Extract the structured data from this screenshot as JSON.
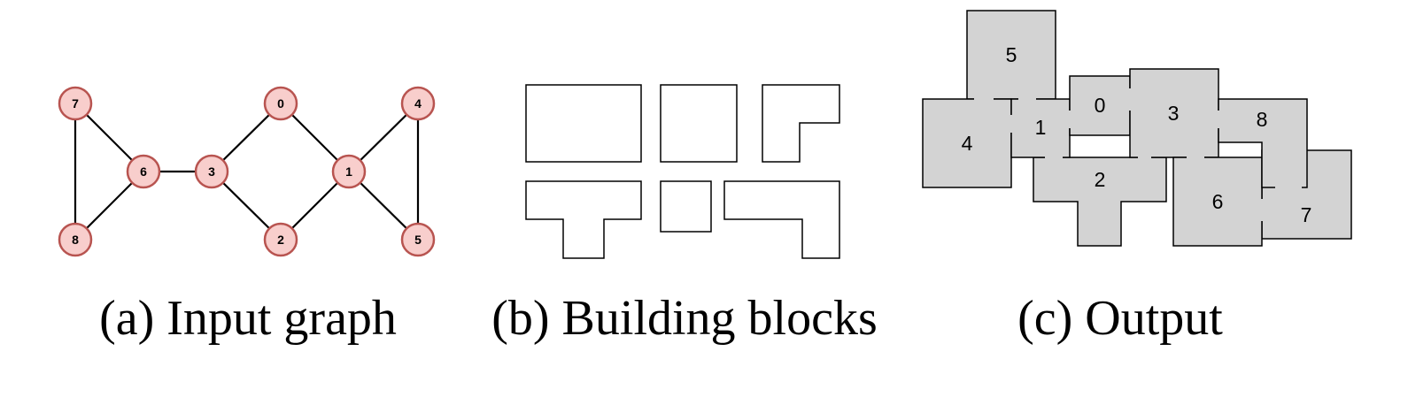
{
  "panels": [
    {
      "caption": "(a) Input graph"
    },
    {
      "caption": "(b) Building blocks"
    },
    {
      "caption": "(c) Output"
    }
  ],
  "graph": {
    "nodes": [
      {
        "id": "0",
        "label": "0"
      },
      {
        "id": "1",
        "label": "1"
      },
      {
        "id": "2",
        "label": "2"
      },
      {
        "id": "3",
        "label": "3"
      },
      {
        "id": "4",
        "label": "4"
      },
      {
        "id": "5",
        "label": "5"
      },
      {
        "id": "6",
        "label": "6"
      },
      {
        "id": "7",
        "label": "7"
      },
      {
        "id": "8",
        "label": "8"
      }
    ],
    "edges": [
      [
        "7",
        "6"
      ],
      [
        "7",
        "8"
      ],
      [
        "8",
        "6"
      ],
      [
        "6",
        "3"
      ],
      [
        "3",
        "0"
      ],
      [
        "3",
        "2"
      ],
      [
        "0",
        "1"
      ],
      [
        "2",
        "1"
      ],
      [
        "1",
        "4"
      ],
      [
        "1",
        "5"
      ],
      [
        "4",
        "5"
      ]
    ],
    "node_fill": "#f8cecc",
    "node_stroke": "#b85450"
  },
  "building_blocks": {
    "shapes": [
      "large-rectangle",
      "square",
      "l-shape",
      "t-shape",
      "small-square",
      "l-shape-wide"
    ]
  },
  "output": {
    "rooms": [
      {
        "label": "5"
      },
      {
        "label": "4"
      },
      {
        "label": "1"
      },
      {
        "label": "0"
      },
      {
        "label": "3"
      },
      {
        "label": "8"
      },
      {
        "label": "2"
      },
      {
        "label": "6"
      },
      {
        "label": "7"
      }
    ],
    "room_fill": "#d3d3d3"
  }
}
